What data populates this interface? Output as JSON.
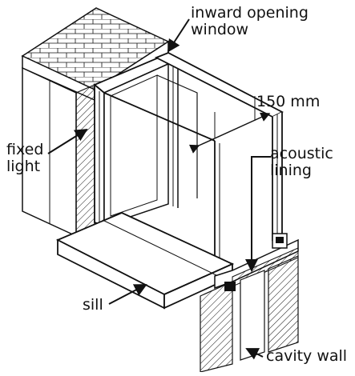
{
  "labels": {
    "window": "inward opening\nwindow",
    "window_line1": "inward opening",
    "window_line2": "window",
    "dimension": "150 mm",
    "fixed_line1": "fixed",
    "fixed_line2": "light",
    "acoustic_line1": "acoustic",
    "acoustic_line2": "lining",
    "sill": "sill",
    "cavity": "cavity wall"
  },
  "colors": {
    "ink": "#111111",
    "paper": "#ffffff"
  }
}
